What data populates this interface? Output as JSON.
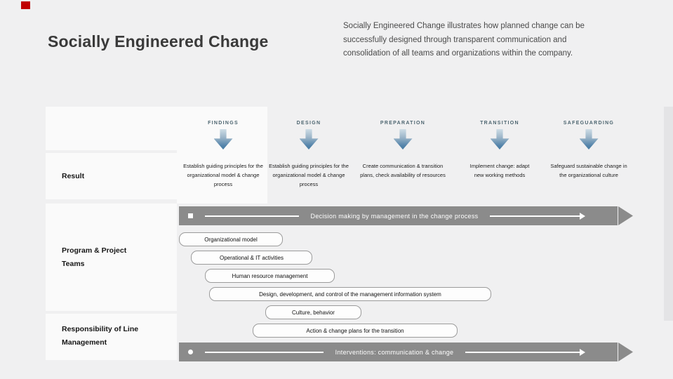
{
  "slide": {
    "title": "Socially Engineered Change",
    "intro": "Socially Engineered Change  illustrates how planned change can be successfully designed through transparent communication and consolidation of all teams and organizations within the company."
  },
  "row_labels": [
    {
      "label": "Result"
    },
    {
      "label": "Program & Project Teams"
    },
    {
      "label": "Responsibility of Line Management"
    }
  ],
  "phases": [
    {
      "header": "FINDINGS",
      "description": "Establish guiding principles for the organizational model & change process"
    },
    {
      "header": "DESIGN",
      "description": "Establish guiding principles for the organizational model & change process"
    },
    {
      "header": "PREPARATION",
      "description": "Create communication & transition plans, check availability of resources"
    },
    {
      "header": "TRANSITION",
      "description": "Implement change: adapt new working methods"
    },
    {
      "header": "SAFEGUARDING",
      "description": "Safeguard sustainable change in the organizational culture"
    }
  ],
  "bands": {
    "decision": "Decision making by management in the change process",
    "interventions": "Interventions: communication & change"
  },
  "pills": [
    "Organizational model",
    "Operational & IT activities",
    "Human resource management",
    "Design, development, and control of the management information system",
    "Culture, behavior",
    "Action & change plans for the transition"
  ],
  "colors": {
    "accent_red": "#c00000",
    "band_gray": "#8b8b8b",
    "phase_header_text": "#4d6570",
    "arrow_blue_top": "#cedde6",
    "arrow_blue_bottom": "#457aa3",
    "page_background": "#f0f0f1",
    "card_background": "#fafafa"
  }
}
